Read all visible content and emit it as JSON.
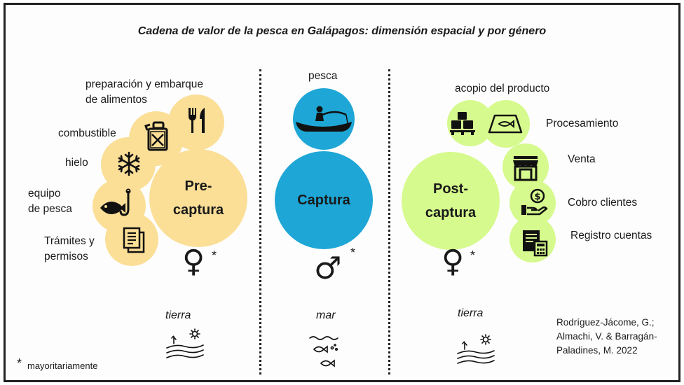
{
  "title": "Cadena de valor de la pesca en Galápagos: dimensión espacial y por género",
  "pre": {
    "center": "Pre-captura",
    "labels": {
      "alimentos": "preparación y embarque\nde alimentos",
      "combustible": "combustible",
      "hielo": "hielo",
      "equipo": "equipo\nde pesca",
      "tramites": "Trámites y\npermisos"
    },
    "gender_symbol": "♀",
    "asterisk": "*",
    "place": "tierra",
    "color": "#fbdf97"
  },
  "captura": {
    "center": "Captura",
    "label": "pesca",
    "gender_symbol": "♂",
    "asterisk": "*",
    "place": "mar",
    "color": "#1ea7d6"
  },
  "post": {
    "center": "Post-captura",
    "labels": {
      "acopio": "acopio del producto",
      "procesamiento": "Procesamiento",
      "venta": "Venta",
      "cobro": "Cobro clientes",
      "registro": "Registro cuentas"
    },
    "gender_symbol": "♀",
    "asterisk": "*",
    "place": "tierra",
    "color": "#d6fa8d"
  },
  "footnote": {
    "asterisk": "*",
    "text": "mayoritariamente"
  },
  "citation": "Rodríguez-Jácome, G.;\nAlmachi, V. & Barragán-\nPaladines, M. 2022",
  "icons": [
    "utensils-icon",
    "fuel-can-icon",
    "snowflake-icon",
    "fish-hook-icon",
    "documents-icon",
    "fishing-boat-icon",
    "packages-icon",
    "fish-tray-icon",
    "store-icon",
    "hand-coin-icon",
    "ledger-icon",
    "land-icon",
    "sea-icon"
  ]
}
